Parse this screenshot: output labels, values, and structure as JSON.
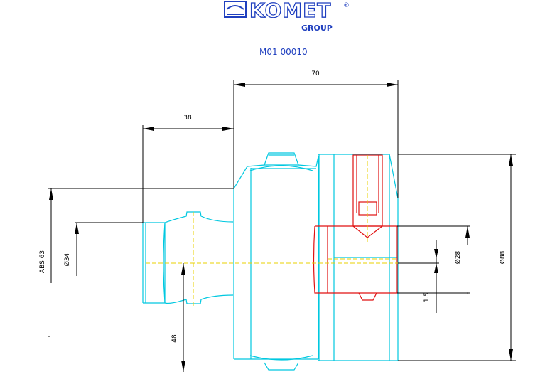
{
  "header": {
    "brand_wordmark": "KOMET",
    "registered_mark": "®",
    "brand_sub": "GROUP",
    "part_number": "M01 00010"
  },
  "dimensions": {
    "overall_length": "70",
    "pilot_length": "38",
    "abs_size": "ABS 63",
    "pilot_diameter": "Ø34",
    "center_offset": "48",
    "bore_diameter": "Ø28",
    "eccentric_offset": "1.5",
    "body_diameter": "Ø88"
  },
  "colors": {
    "brand_blue": "#1f3fbf",
    "geometry_cyan": "#00c8e0",
    "screw_red": "#e01010",
    "centerline_yellow": "#e8d000",
    "dimension_black": "#000000"
  }
}
